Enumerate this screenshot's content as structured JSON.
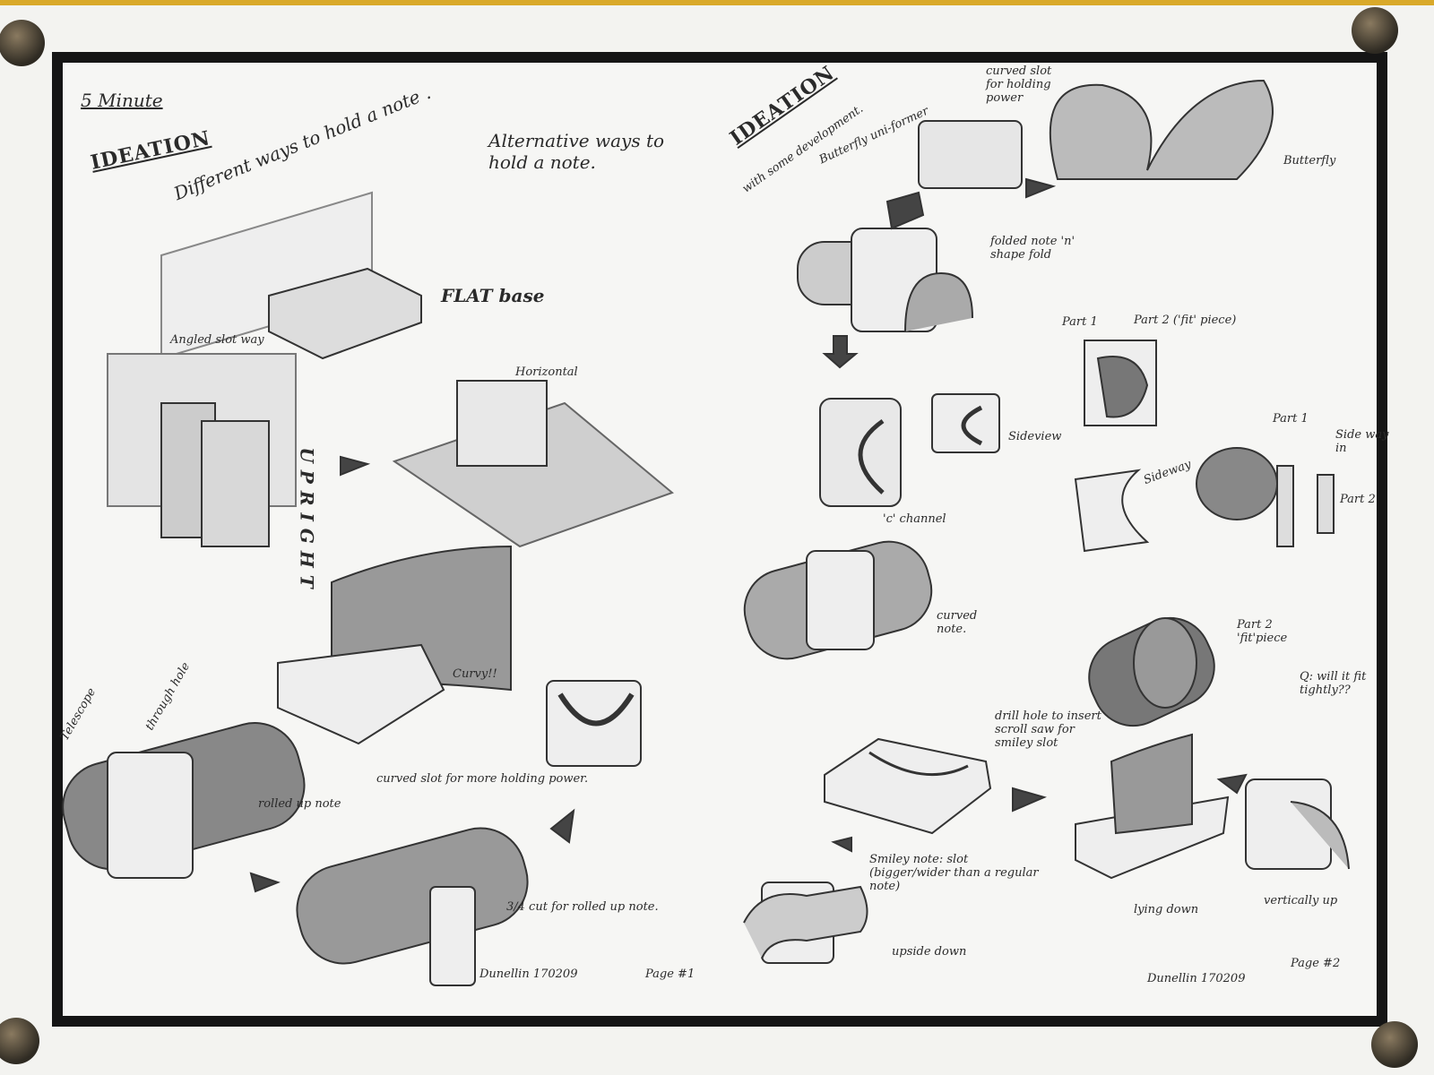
{
  "colors": {
    "board": "#d9a92a",
    "paper": "#f3f3f0",
    "frame": "#151515",
    "pencil": "#333333"
  },
  "page1": {
    "five_minute": "5 Minute",
    "ideation": "IDEATION",
    "heading": "Different ways to hold a note .",
    "subheading": "Alternative ways to hold a note.",
    "flat_base": "FLAT base",
    "angled_slot": "Angled slot way",
    "horizontal": "Horizontal",
    "upright": "UPRIGHT",
    "curvy": "Curvy!!",
    "telescope": "Telescope",
    "through_hole": "through hole",
    "rolled_up": "rolled up note",
    "curved_slot": "curved slot for more holding power.",
    "three_quarter": "3/4 cut for rolled up note.",
    "signature": "Dunellin 170209",
    "page_label": "Page #1"
  },
  "page2": {
    "ideation": "IDEATION",
    "subheading": "with some development.",
    "butterfly_uniformer": "Butterfly uni-former",
    "curved_slot": "curved slot for holding power",
    "butterfly": "Butterfly",
    "folded_note": "folded note 'n' shape fold",
    "part1": "Part 1",
    "part2_fit": "Part 2 ('fit' piece)",
    "sideview": "Sideview",
    "c_channel": "'c' channel",
    "sideway": "Sideway",
    "part1_b": "Part 1",
    "side_way_in": "Side way in",
    "part2_b": "Part 2",
    "curved_note": "curved note.",
    "part2_fit_piece": "Part 2 'fit'piece",
    "question": "Q: will it fit tightly??",
    "drill_hole": "drill hole to insert scroll saw for smiley slot",
    "smiley": "Smiley note: slot (bigger/wider than a regular note)",
    "lying_down": "lying down",
    "vertically_up": "vertically up",
    "upside_down": "upside down",
    "signature": "Dunellin 170209",
    "page_label": "Page #2"
  }
}
